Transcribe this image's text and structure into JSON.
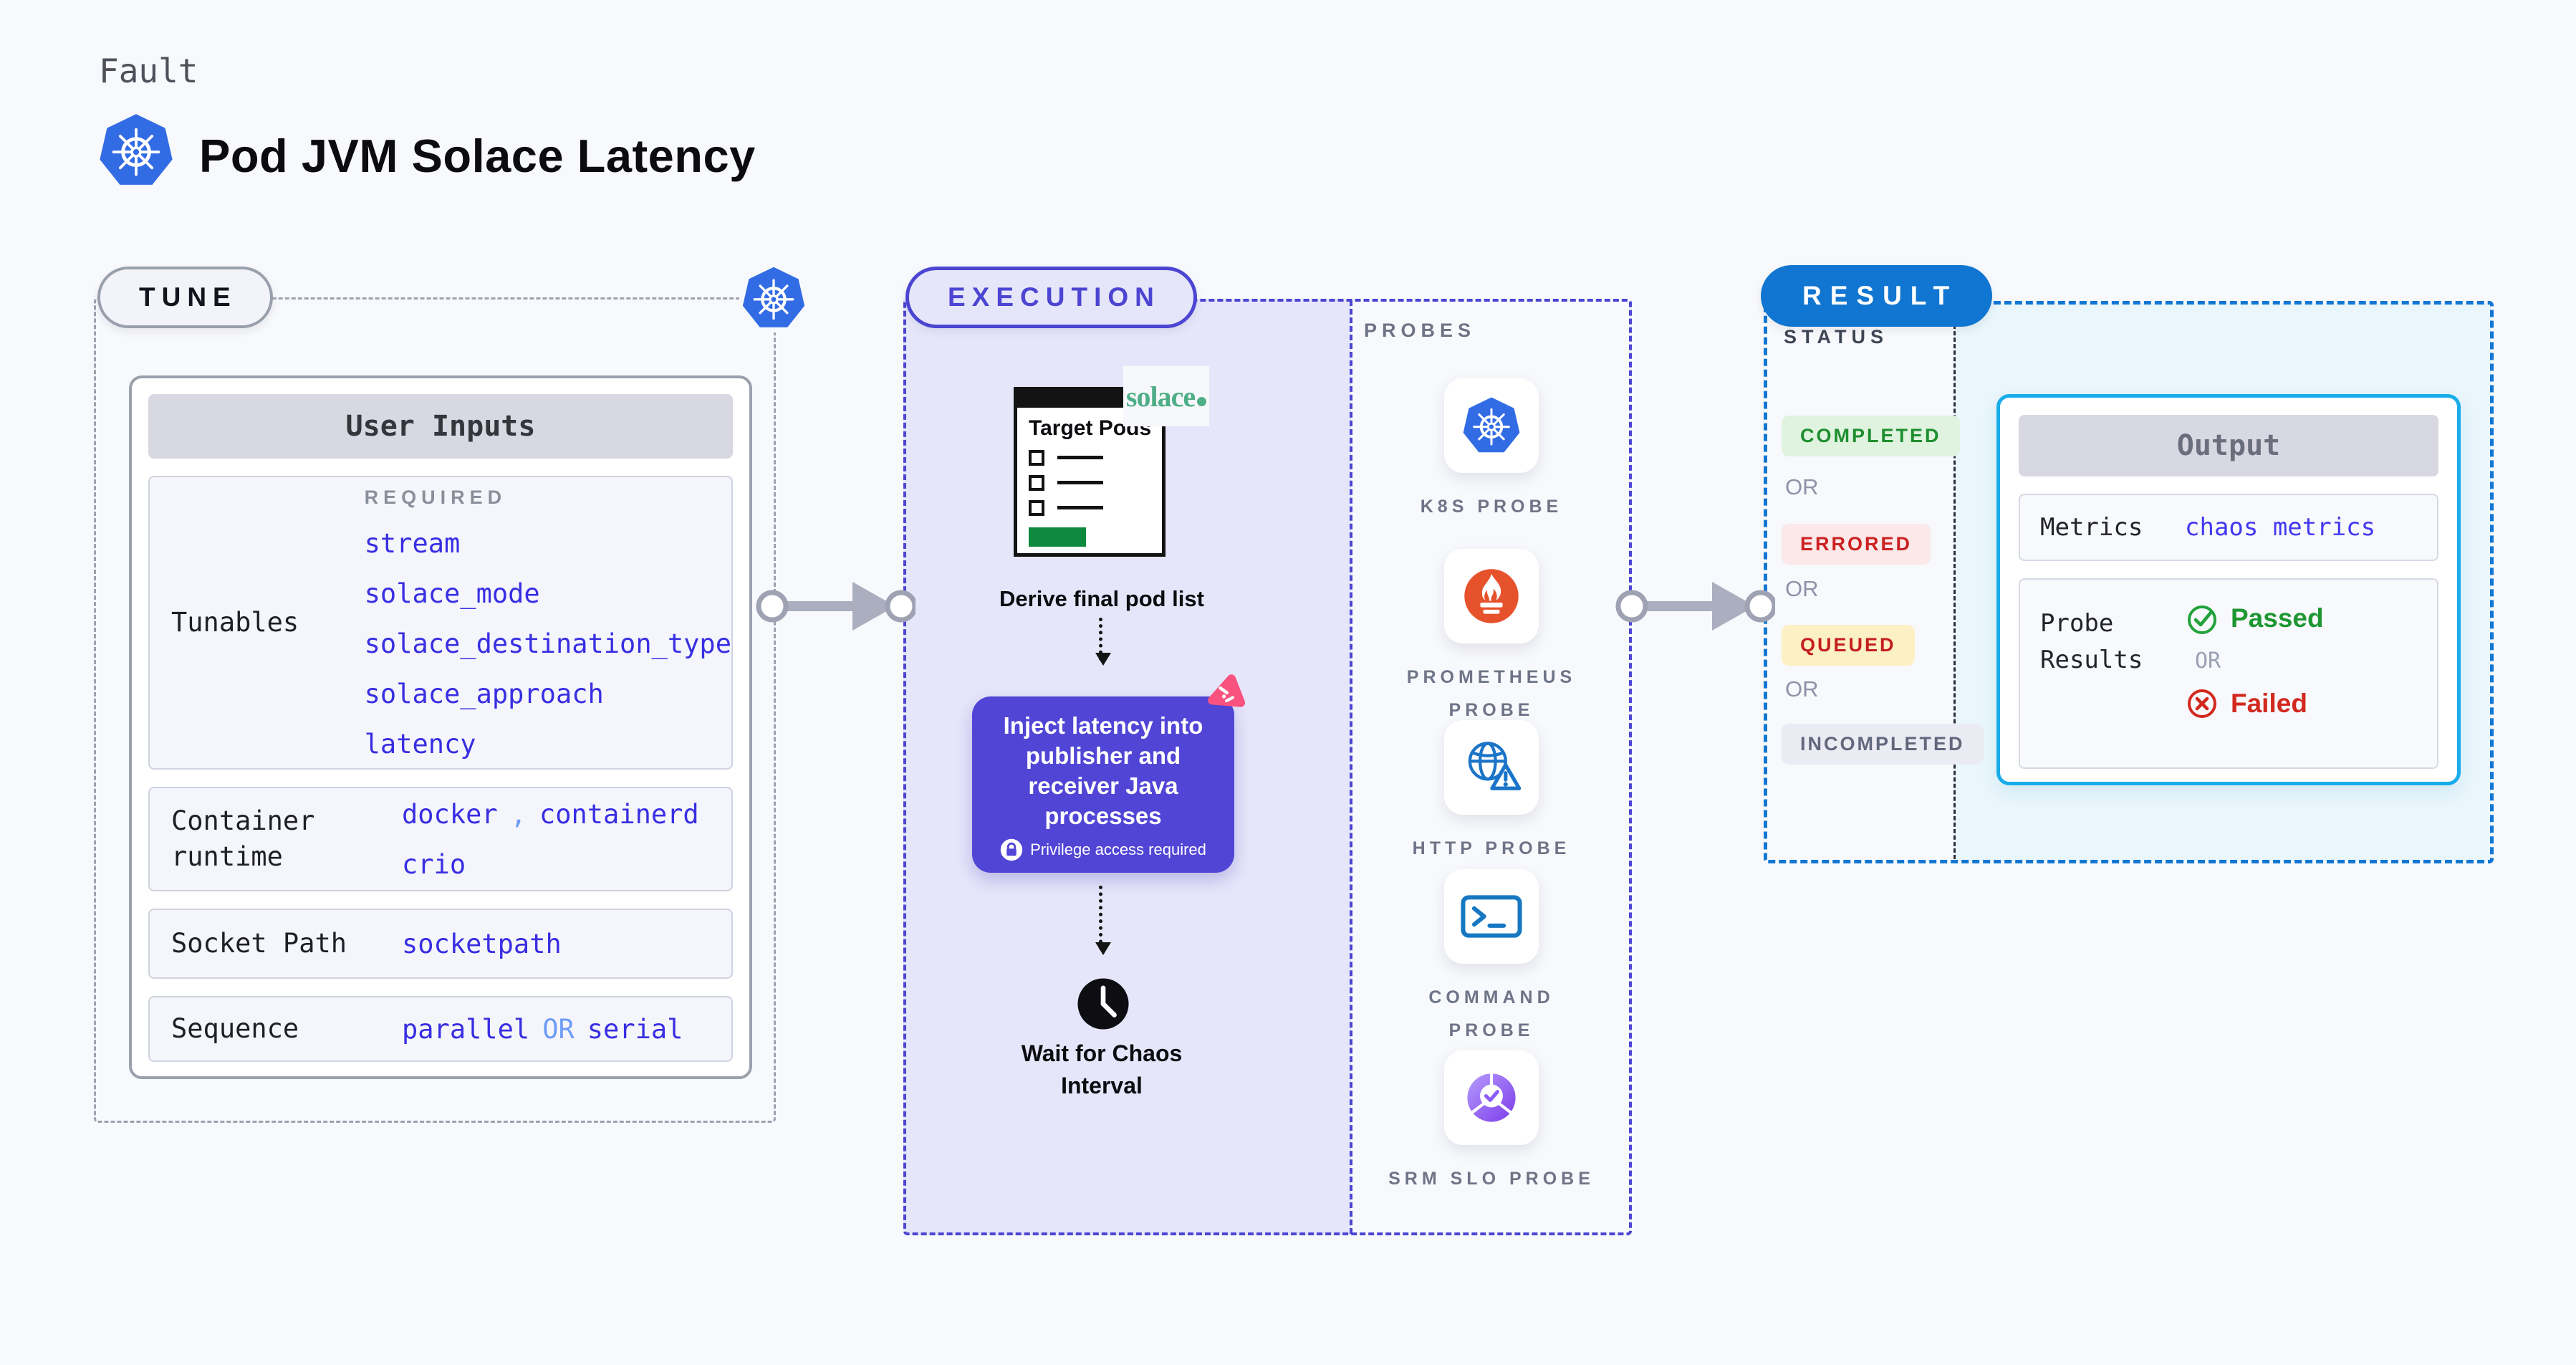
{
  "header": {
    "eyebrow": "Fault",
    "title": "Pod JVM Solace Latency",
    "icon": "kubernetes-icon"
  },
  "tune": {
    "badge": "TUNE",
    "corner_icon": "kubernetes-icon",
    "table": {
      "title": "User Inputs",
      "tunables": {
        "label": "Tunables",
        "required_label": "REQUIRED",
        "links": [
          "stream",
          "solace_mode",
          "solace_destination_type",
          "solace_approach",
          "latency"
        ]
      },
      "runtime": {
        "label": "Container runtime",
        "value1": "docker",
        "separator": ",",
        "value2": "containerd",
        "value3": "crio"
      },
      "socket": {
        "label": "Socket Path",
        "value": "socketpath"
      },
      "sequence": {
        "label": "Sequence",
        "value1": "parallel",
        "or": "OR",
        "value2": "serial"
      }
    }
  },
  "execution": {
    "badge": "EXECUTION",
    "window": {
      "title": "Target Pods",
      "logo_text": "solace",
      "logo_icon": "solace-logo"
    },
    "derive_label": "Derive final pod list",
    "inject": {
      "lines": [
        "Inject latency into",
        "publisher and",
        "receiver Java",
        "processes"
      ],
      "note": "Privilege access required",
      "note_icon": "lock-icon",
      "corner_icon": "chaos-spark-icon"
    },
    "wait": {
      "icon": "clock-icon",
      "lines": [
        "Wait for Chaos",
        "Interval"
      ]
    },
    "probes": {
      "heading": "PROBES",
      "items": [
        {
          "label": "K8S PROBE",
          "icon": "kubernetes-icon"
        },
        {
          "label": "PROMETHEUS PROBE",
          "icon": "prometheus-icon"
        },
        {
          "label": "HTTP PROBE",
          "icon": "globe-alert-icon"
        },
        {
          "label": "COMMAND PROBE",
          "icon": "terminal-icon"
        },
        {
          "label": "SRM SLO PROBE",
          "icon": "slo-gauge-icon"
        }
      ]
    }
  },
  "result": {
    "badge": "RESULT",
    "status": {
      "heading": "STATUS",
      "separator": "OR",
      "items": [
        {
          "label": "COMPLETED",
          "color": "#1E8E2E",
          "background": "#DFF3DF"
        },
        {
          "label": "ERRORED",
          "color": "#CC2121",
          "background": "#FBE8E8"
        },
        {
          "label": "QUEUED",
          "color": "#C41F1F",
          "background": "#FCF0C5"
        },
        {
          "label": "INCOMPLETED",
          "color": "#62677D",
          "background": "#EBECF3"
        }
      ]
    },
    "output": {
      "title": "Output",
      "metrics": {
        "label": "Metrics",
        "value": "chaos metrics"
      },
      "probe_results": {
        "label": "Probe Results",
        "passed": "Passed",
        "passed_icon": "check-circle-icon",
        "or": "OR",
        "failed": "Failed",
        "failed_icon": "x-circle-icon"
      }
    }
  },
  "colors": {
    "page_background": "#F8F9FC",
    "execution_panel": "#E6E6FB",
    "execution_accent": "#4B45D2",
    "result_accent": "#1176D1",
    "result_panel": "#E9F6FB",
    "output_border": "#18ACE8",
    "link_blue": "#382EE2",
    "link_light_blue": "#6E9BF7",
    "inject_purple": "#5145D6",
    "kubernetes_blue": "#326CE5",
    "prometheus_orange": "#E6522C",
    "probe_blue": "#1B74C8",
    "solace_green": "#4FAE87",
    "chaos_pink": "#F9527F",
    "passed_green": "#1E9733",
    "failed_red": "#D2291E",
    "arrow_gray": "#ABAEBE"
  }
}
